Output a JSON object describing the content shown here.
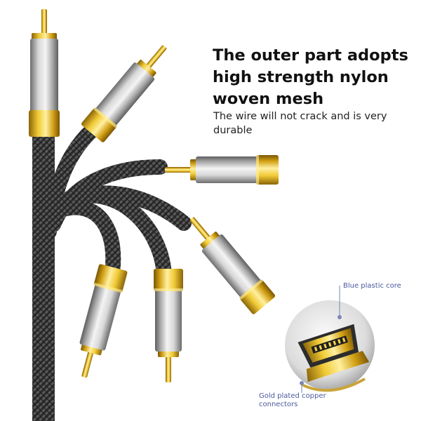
{
  "headline": "The outer part adopts high strength nylon woven mesh",
  "subtext": "The wire will not crack and is very durable",
  "callouts": {
    "core": "Blue plastic core",
    "gold": "Gold plated copper connectors"
  },
  "colors": {
    "gold": "#e0b21c",
    "silver": "#b8b8b8",
    "braid": "#3a3a3a",
    "callout_text": "#4a5a9c",
    "callout_line": "#7a86b8"
  },
  "icons": {
    "rca_plug": "rca-plug-icon",
    "hdmi_connector": "hdmi-connector-icon"
  }
}
